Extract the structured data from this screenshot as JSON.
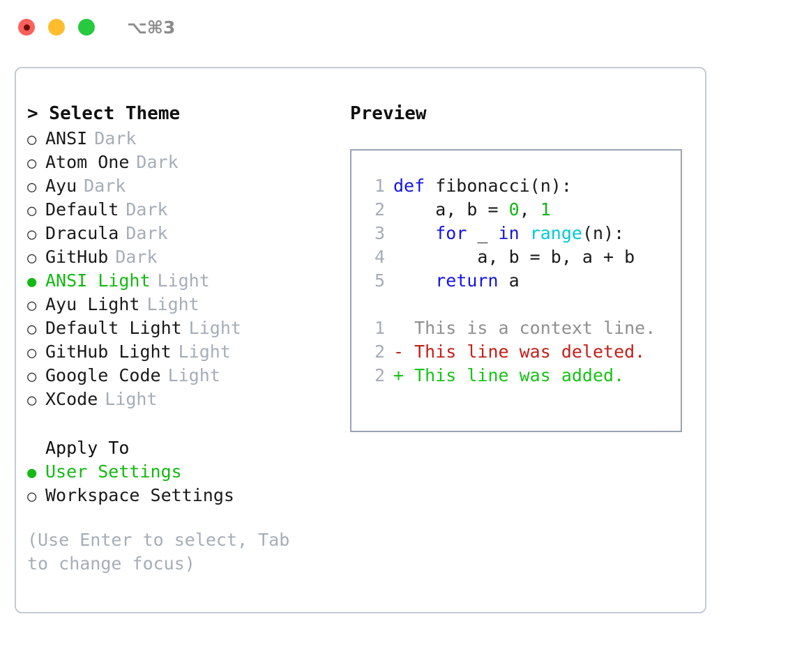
{
  "titlebar": {
    "shortcut": "⌥⌘3",
    "buttons": [
      {
        "name": "close",
        "color": "#ff6059"
      },
      {
        "name": "minimize",
        "color": "#ffbd2e"
      },
      {
        "name": "maximize",
        "color": "#27c93f"
      }
    ]
  },
  "left": {
    "heading": "> Select Theme",
    "themes": [
      {
        "marker": "○",
        "name": "ANSI",
        "kind": "Dark",
        "selected": false
      },
      {
        "marker": "○",
        "name": "Atom One",
        "kind": "Dark",
        "selected": false
      },
      {
        "marker": "○",
        "name": "Ayu",
        "kind": "Dark",
        "selected": false
      },
      {
        "marker": "○",
        "name": "Default",
        "kind": "Dark",
        "selected": false
      },
      {
        "marker": "○",
        "name": "Dracula",
        "kind": "Dark",
        "selected": false
      },
      {
        "marker": "○",
        "name": "GitHub",
        "kind": "Dark",
        "selected": false
      },
      {
        "marker": "●",
        "name": "ANSI Light",
        "kind": "Light",
        "selected": true
      },
      {
        "marker": "○",
        "name": "Ayu Light",
        "kind": "Light",
        "selected": false
      },
      {
        "marker": "○",
        "name": "Default Light",
        "kind": "Light",
        "selected": false
      },
      {
        "marker": "○",
        "name": "GitHub Light",
        "kind": "Light",
        "selected": false
      },
      {
        "marker": "○",
        "name": "Google Code",
        "kind": "Light",
        "selected": false
      },
      {
        "marker": "○",
        "name": "XCode",
        "kind": "Light",
        "selected": false
      }
    ],
    "apply_to": {
      "title": "Apply To",
      "options": [
        {
          "marker": "●",
          "label": "User Settings",
          "selected": true
        },
        {
          "marker": "○",
          "label": "Workspace Settings",
          "selected": false
        }
      ]
    },
    "hint": "(Use Enter to select, Tab to change focus)"
  },
  "right": {
    "title": "Preview",
    "code_lines": [
      {
        "no": "1",
        "segments": [
          {
            "text": "def",
            "cls": "tok-kw"
          },
          {
            "text": " fibonacci(n):",
            "cls": "tok-plain"
          }
        ]
      },
      {
        "no": "2",
        "segments": [
          {
            "text": "    a, b = ",
            "cls": "tok-plain"
          },
          {
            "text": "0",
            "cls": "tok-num"
          },
          {
            "text": ", ",
            "cls": "tok-plain"
          },
          {
            "text": "1",
            "cls": "tok-num"
          }
        ]
      },
      {
        "no": "3",
        "segments": [
          {
            "text": "    ",
            "cls": "tok-plain"
          },
          {
            "text": "for",
            "cls": "tok-kw"
          },
          {
            "text": " _ ",
            "cls": "tok-plain"
          },
          {
            "text": "in",
            "cls": "tok-kw"
          },
          {
            "text": " ",
            "cls": "tok-plain"
          },
          {
            "text": "range",
            "cls": "tok-fn"
          },
          {
            "text": "(n):",
            "cls": "tok-plain"
          }
        ]
      },
      {
        "no": "4",
        "segments": [
          {
            "text": "        a, b = b, a + b",
            "cls": "tok-plain"
          }
        ]
      },
      {
        "no": "5",
        "segments": [
          {
            "text": "    ",
            "cls": "tok-plain"
          },
          {
            "text": "return",
            "cls": "tok-kw"
          },
          {
            "text": " a",
            "cls": "tok-plain"
          }
        ]
      }
    ],
    "diff_lines": [
      {
        "no": "1",
        "text": "  This is a context line.",
        "cls": "diff-context"
      },
      {
        "no": "2",
        "text": "- This line was deleted.",
        "cls": "diff-del"
      },
      {
        "no": "2",
        "text": "+ This line was added.",
        "cls": "diff-add"
      }
    ]
  },
  "colors": {
    "accent_green": "#13b913",
    "muted_gray": "#a6adb8",
    "keyword_blue": "#1515e0",
    "function_cyan": "#00c8d7",
    "number_green": "#12b512",
    "diff_delete_red": "#c31f18",
    "diff_add_green": "#16c316",
    "border": "#c3cbd6",
    "preview_border": "#99a4b3"
  }
}
